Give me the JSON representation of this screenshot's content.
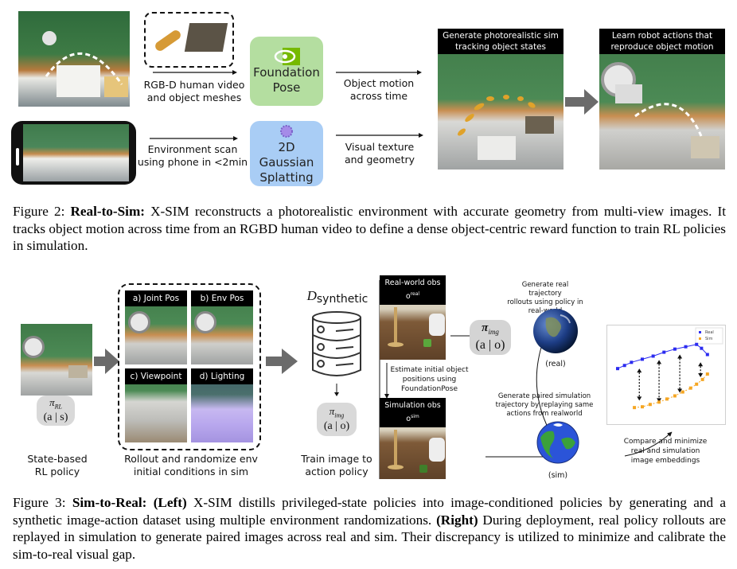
{
  "figure2": {
    "labels": {
      "rgbd": "RGB-D human video\nand object meshes",
      "env_scan": "Environment scan\nusing phone in <2min",
      "object_motion": "Object motion\nacross time",
      "visual_texture": "Visual texture\nand geometry"
    },
    "boxes": {
      "foundation_pose": "Foundation\nPose",
      "gaussian": "2D Gaussian\nSplatting"
    },
    "banners": {
      "sim": "Generate photorealistic sim\ntracking object states",
      "robot": "Learn robot actions that\nreproduce object motion"
    },
    "caption": {
      "prefix": "Figure 2: ",
      "bold": "Real-to-Sim:",
      "name": " X-S",
      "name_sc": "IM",
      "text": " reconstructs a photorealistic environment with accurate geometry from multi-view images. It tracks object motion across time from an RGBD human video to define a dense object-centric reward function to train RL policies in simulation."
    }
  },
  "figure3": {
    "left": {
      "rl_policy_symbol": "π",
      "rl_policy_sub": "RL",
      "rl_policy_arg": "(a | s)",
      "rl_label": "State-based\nRL policy",
      "randomizations": [
        "a) Joint Pos",
        "b) Env Pos",
        "c) Viewpoint",
        "d) Lighting"
      ],
      "randomize_label": "Rollout and randomize env\ninitial conditions in sim",
      "dataset_symbol": "D",
      "dataset_sub": "synthetic",
      "img_policy_symbol": "π",
      "img_policy_sub": "img",
      "img_policy_arg": "(a | o)",
      "train_label": "Train image to\naction policy"
    },
    "right": {
      "real_obs_banner": "Real-world obs o",
      "real_obs_sup": "real",
      "sim_obs_banner": "Simulation obs o",
      "sim_obs_sup": "sim",
      "estimate_label": "Estimate initial object\npositions using\nFoundationPose",
      "policy_symbol": "π",
      "policy_sub": "img",
      "policy_arg": "(a | o)",
      "real_rollout_label": "Generate real trajectory\nrollouts using policy in\nreal-world",
      "real_globe_label": "(real)",
      "sim_rollout_label": "Generate paired simulation\ntrajectory by replaying same\nactions from realworld",
      "sim_globe_label": "(sim)",
      "compare_label": "Compare and minimize\nreal and simulation\nimage embeddings"
    },
    "embedding_plot": {
      "legend": [
        {
          "name": "Real",
          "color": "#2b2bf0"
        },
        {
          "name": "Sim",
          "color": "#f5a623"
        }
      ],
      "real_points": [
        [
          0,
          0.58
        ],
        [
          0.07,
          0.62
        ],
        [
          0.14,
          0.66
        ],
        [
          0.25,
          0.7
        ],
        [
          0.36,
          0.74
        ],
        [
          0.47,
          0.79
        ],
        [
          0.58,
          0.83
        ],
        [
          0.69,
          0.86
        ],
        [
          0.8,
          0.89
        ],
        [
          0.85,
          0.84
        ],
        [
          0.91,
          0.76
        ]
      ],
      "sim_points": [
        [
          0.17,
          0.08
        ],
        [
          0.25,
          0.09
        ],
        [
          0.33,
          0.12
        ],
        [
          0.42,
          0.15
        ],
        [
          0.5,
          0.19
        ],
        [
          0.58,
          0.23
        ],
        [
          0.66,
          0.28
        ],
        [
          0.74,
          0.33
        ],
        [
          0.8,
          0.38
        ],
        [
          0.86,
          0.44
        ],
        [
          0.91,
          0.51
        ]
      ]
    },
    "caption": {
      "prefix": "Figure 3: ",
      "bold": "Sim-to-Real:",
      "left_bold": "(Left)",
      "name": " X-S",
      "name_sc": "IM",
      "text1": " distills privileged-state policies into image-conditioned policies by generating and a synthetic image-action dataset using multiple environment randomizations. ",
      "right_bold": "(Right)",
      "text2": " During deployment, real policy rollouts are replayed in simulation to generate paired images across real and sim. Their discrepancy is utilized to minimize and calibrate the sim-to-real visual gap."
    }
  },
  "colors": {
    "foundation_green": "#b4dea0",
    "gaussian_blue": "#a9cdf5",
    "policy_gray": "#d9d9d9",
    "arrow_gray": "#6b6b6b",
    "real_blue": "#2b2bf0",
    "sim_orange": "#f5a623"
  }
}
